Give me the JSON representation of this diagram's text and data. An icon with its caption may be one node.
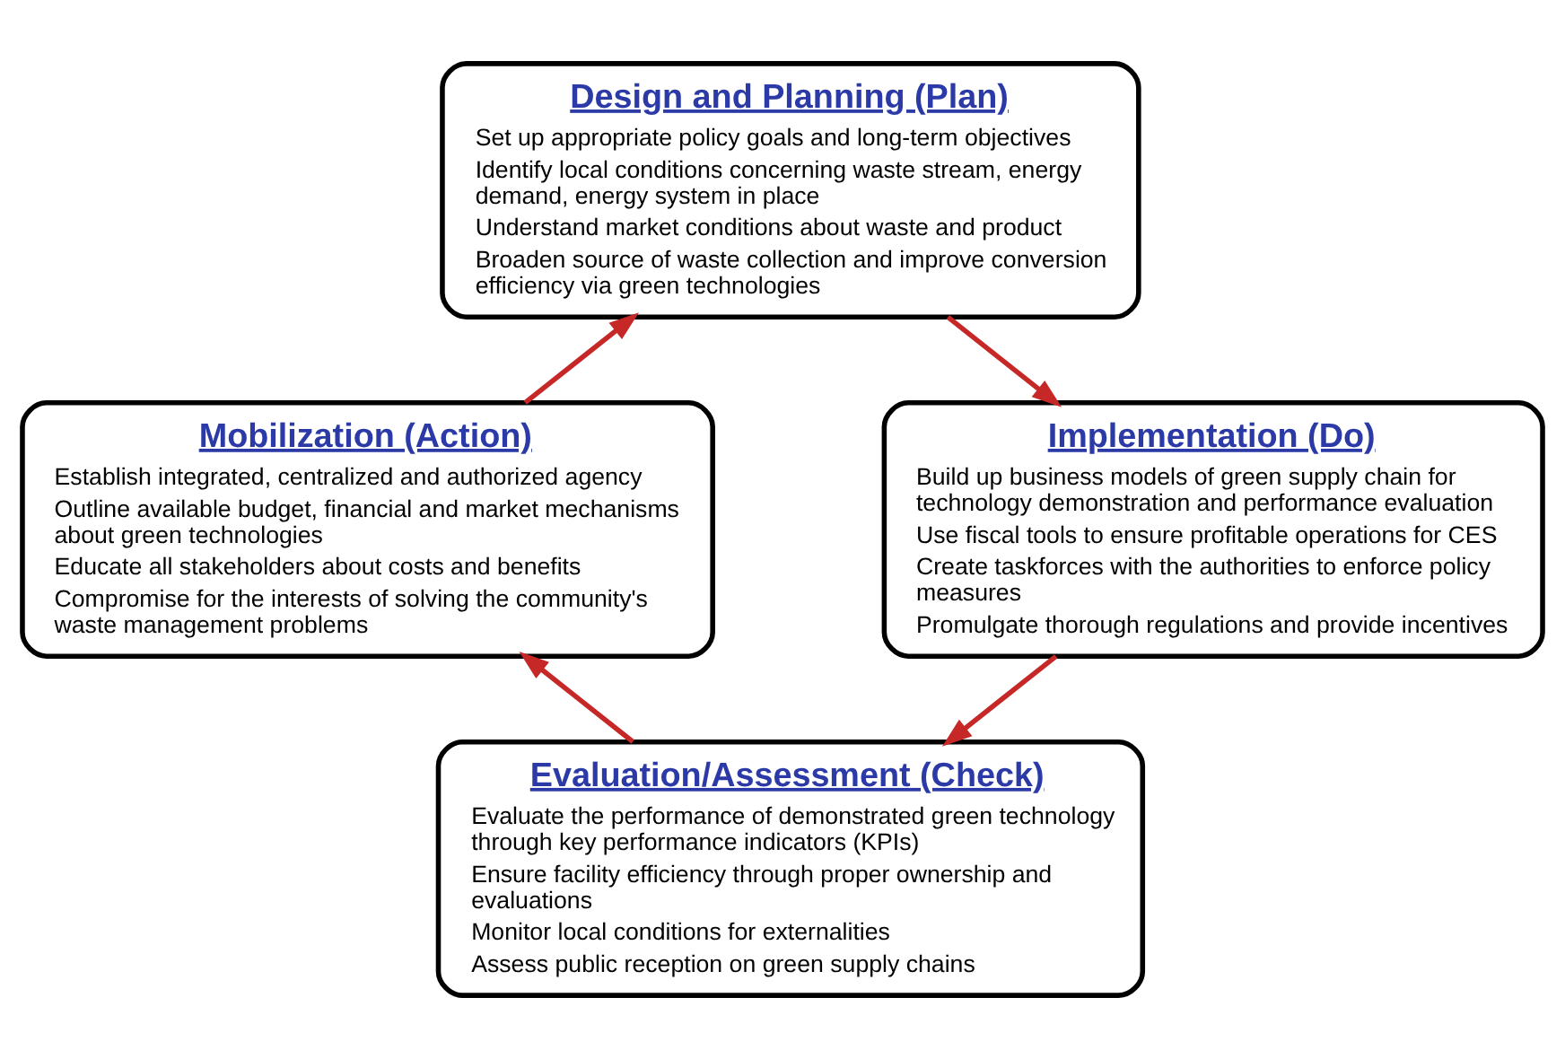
{
  "diagram": {
    "nodes": [
      {
        "text": [
          "Design and Planning (Plan)",
          "Set up appropriate policy goals and long-term objectives",
          "Identify local conditions concerning waste stream, energy demand, energy system in place",
          "Understand market conditions about waste and product",
          "Broaden source of waste collection and improve conversion efficiency via green technologies"
        ]
      },
      {
        "text": [
          "Implementation (Do)",
          "Build up business models of green supply chain for technology demonstration and performance evaluation",
          "Use fiscal tools to ensure profitable operations for CES",
          "Create taskforces with the authorities to enforce policy measures",
          "Promulgate thorough regulations and provide incentives"
        ]
      },
      {
        "text": [
          "Evaluation/Assessment (Check)",
          "Evaluate the performance of demonstrated green technology through key performance indicators (KPIs)",
          "Ensure facility efficiency through proper ownership and evaluations",
          "Monitor local conditions for externalities",
          "Assess public reception on green supply chains"
        ]
      },
      {
        "text": [
          "Mobilization (Action)",
          "Establish integrated, centralized and authorized agency",
          "Outline available budget, financial and market mechanisms about green technologies",
          "Educate all stakeholders about costs and benefits",
          "Compromise for the interests of solving the community's waste management problems"
        ]
      }
    ],
    "edges": [
      {
        "from": 0,
        "to": 1,
        "arrow": "to"
      },
      {
        "from": 1,
        "to": 2,
        "arrow": "to"
      },
      {
        "from": 2,
        "to": 3,
        "arrow": "to"
      },
      {
        "from": 3,
        "to": 0,
        "arrow": "to"
      }
    ]
  }
}
